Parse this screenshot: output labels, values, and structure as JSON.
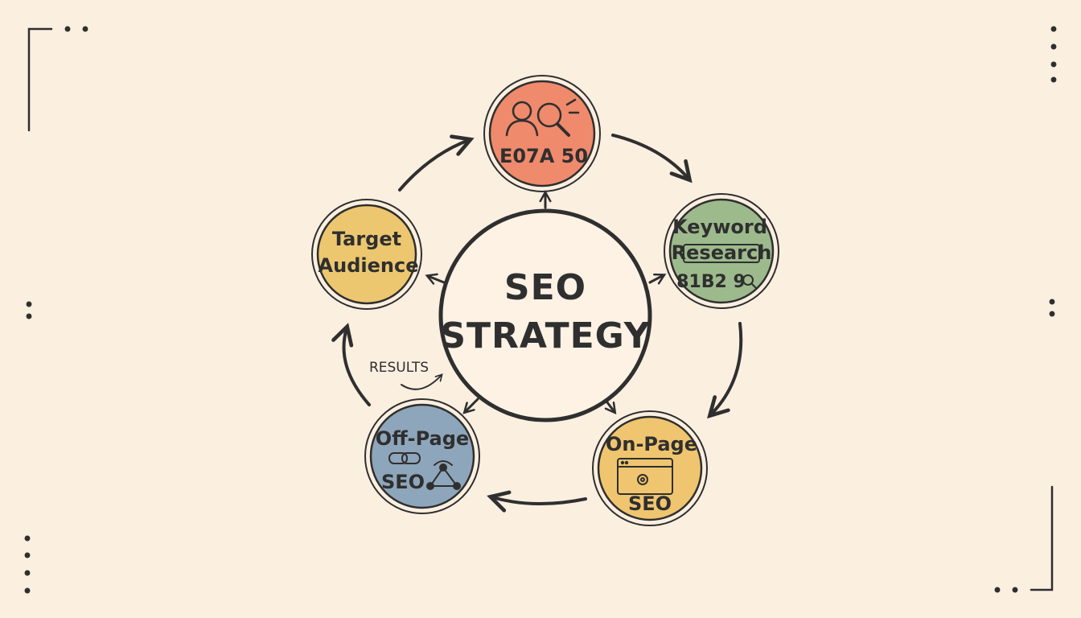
{
  "center": {
    "line1": "SEO",
    "line2": "STRATEGY"
  },
  "nodes": {
    "top": {
      "label": "E07A 50",
      "color": "#ef8a6c"
    },
    "keyword": {
      "line1": "Keyword",
      "line2": "Research",
      "line3": "81B2 9",
      "color": "#9dba8c"
    },
    "onpage": {
      "line1": "On-Page",
      "line2": "SEO",
      "color": "#f0c56f"
    },
    "offpage": {
      "line1": "Off-Page",
      "line2": "SEO",
      "color": "#8ea6bb"
    },
    "audience": {
      "line1": "Target",
      "line2": "Audience",
      "color": "#edc76f"
    }
  },
  "annotation": {
    "results": "RESULTS"
  },
  "icons": {
    "top": "person-magnifier-icon",
    "keyword": "search-bar-icon",
    "onpage": "browser-gear-icon",
    "offpage": "link-network-icon"
  },
  "colors": {
    "background": "#fbefe0",
    "ink": "#2f2f2f"
  }
}
